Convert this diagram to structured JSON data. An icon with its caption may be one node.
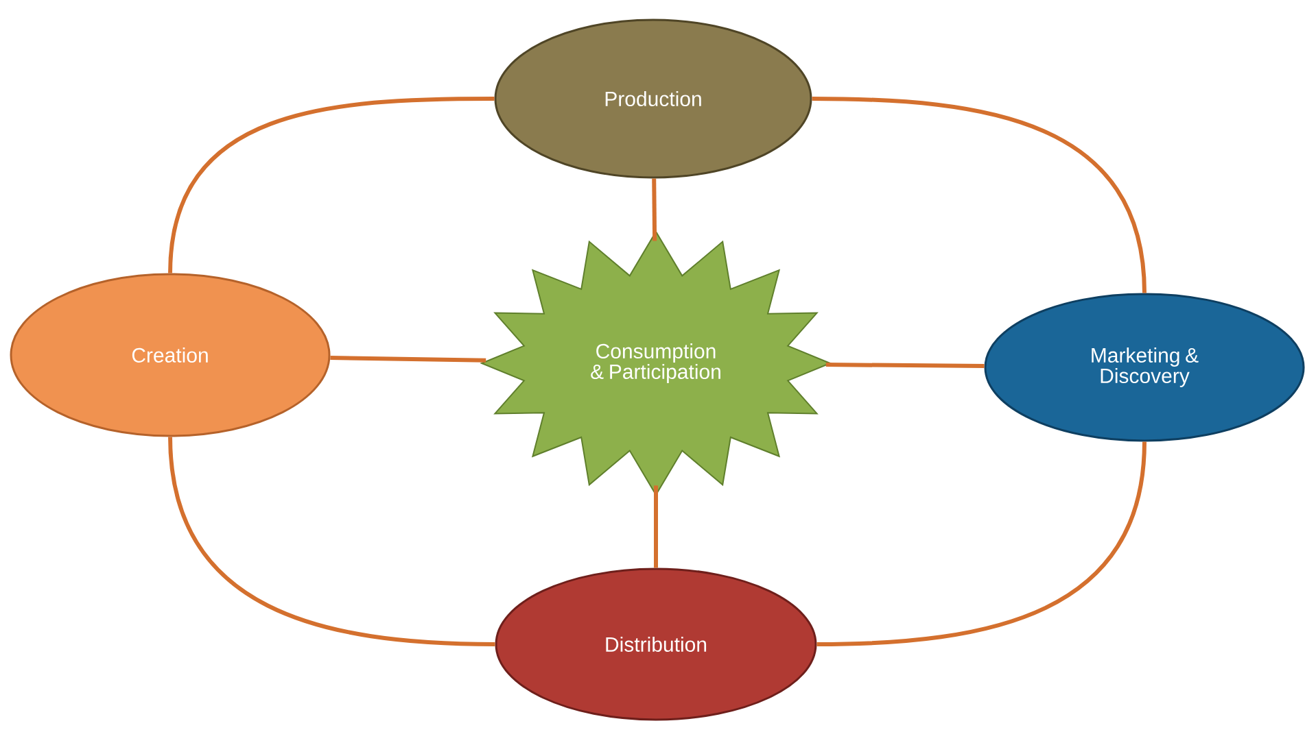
{
  "diagram": {
    "nodes": [
      {
        "text": [
          "Production"
        ]
      },
      {
        "text": [
          "Creation"
        ]
      },
      {
        "text": [
          "Consumption & Participation"
        ]
      },
      {
        "text": [
          "Marketing & Discovery"
        ]
      },
      {
        "text": [
          "Distribution"
        ]
      }
    ],
    "edges": [
      {
        "from": 0,
        "to": 2,
        "arrow": "none"
      },
      {
        "from": 1,
        "to": 2,
        "arrow": "none"
      },
      {
        "from": 2,
        "to": 3,
        "arrow": "none"
      },
      {
        "from": 2,
        "to": 4,
        "arrow": "none"
      },
      {
        "from": 0,
        "to": 3,
        "arrow": "none"
      },
      {
        "from": 3,
        "to": 4,
        "arrow": "none"
      },
      {
        "from": 4,
        "to": 1,
        "arrow": "none"
      },
      {
        "from": 1,
        "to": 0,
        "arrow": "none"
      }
    ]
  }
}
